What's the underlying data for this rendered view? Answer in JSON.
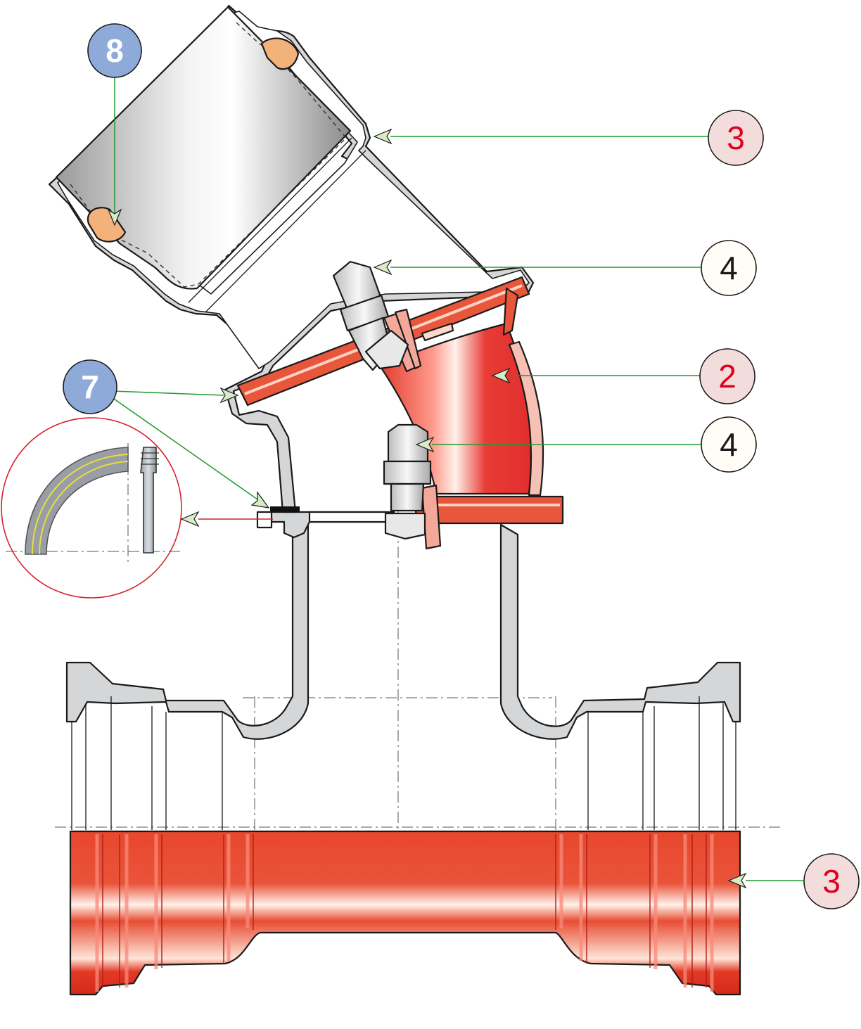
{
  "callouts": [
    {
      "id": "8",
      "label": "8",
      "style": "blue"
    },
    {
      "id": "3a",
      "label": "3",
      "style": "pink"
    },
    {
      "id": "4a",
      "label": "4",
      "style": "cream"
    },
    {
      "id": "2",
      "label": "2",
      "style": "pink"
    },
    {
      "id": "7",
      "label": "7",
      "style": "blue"
    },
    {
      "id": "4b",
      "label": "4",
      "style": "cream"
    },
    {
      "id": "3b",
      "label": "3",
      "style": "pink"
    }
  ],
  "colors": {
    "blue_fill": "#8eaad8",
    "pink_fill": "#f2dcdc",
    "cream_fill": "#fffdf6",
    "red_text": "#e0001b",
    "dark_text": "#1a1a1a",
    "leader_green": "#1f9a2e",
    "leader_red": "#d2222c",
    "casting_gray": "#d4d6d8",
    "flange_red": "#e8473a",
    "gasket_orange": "#f3b27a",
    "detail_circle": "#d8202a"
  }
}
